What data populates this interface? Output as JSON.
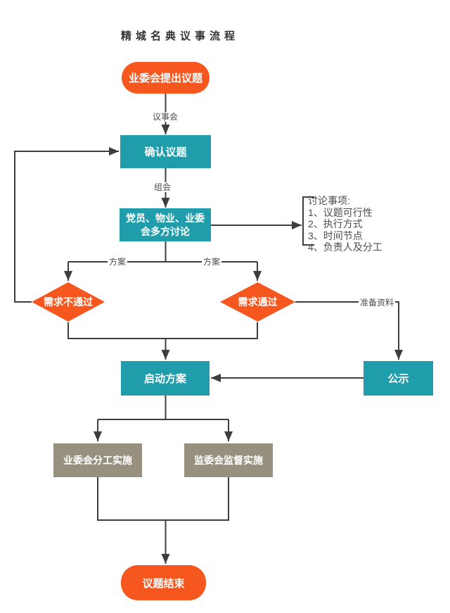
{
  "title": "精城名典议事流程",
  "colors": {
    "orange": "#F5571E",
    "teal": "#1F9DAB",
    "gray": "#97907E",
    "line": "#3D3D3D",
    "labeltext": "#4D4D4D",
    "title": "#333333"
  },
  "nodes": {
    "start": "业委会提出议题",
    "confirm": "确认议题",
    "discuss": "党员、物业、业委会多方讨论",
    "reject": "需求不通过",
    "approve": "需求通过",
    "launch": "启动方案",
    "publicity": "公示",
    "implement": "业委会分工实施",
    "supervise": "监委会监督实施",
    "end": "议题结束"
  },
  "edge_labels": {
    "yishihui": "议事会",
    "zuhui": "组会",
    "fangan_left": "方案",
    "fangan_right": "方案",
    "zhunbei_ziliao": "准备资料"
  },
  "annotation": {
    "heading": "讨论事项:",
    "items": [
      "1、议题可行性",
      "2、执行方式",
      "3、时间节点",
      "4、负责人及分工"
    ]
  },
  "flow": [
    {
      "from": "业委会提出议题",
      "to": "确认议题",
      "label": "议事会"
    },
    {
      "from": "确认议题",
      "to": "党员、物业、业委会多方讨论",
      "label": "组会"
    },
    {
      "from": "党员、物业、业委会多方讨论",
      "to": "讨论事项注释",
      "label": ""
    },
    {
      "from": "党员、物业、业委会多方讨论",
      "to": "需求不通过",
      "label": "方案"
    },
    {
      "from": "党员、物业、业委会多方讨论",
      "to": "需求通过",
      "label": "方案"
    },
    {
      "from": "需求不通过",
      "to": "确认议题",
      "label": ""
    },
    {
      "from": "需求不通过",
      "to": "启动方案",
      "label": ""
    },
    {
      "from": "需求通过",
      "to": "启动方案",
      "label": ""
    },
    {
      "from": "需求通过",
      "to": "公示",
      "label": "准备资料"
    },
    {
      "from": "公示",
      "to": "启动方案",
      "label": ""
    },
    {
      "from": "启动方案",
      "to": "业委会分工实施",
      "label": ""
    },
    {
      "from": "启动方案",
      "to": "监委会监督实施",
      "label": ""
    },
    {
      "from": "业委会分工实施",
      "to": "议题结束",
      "label": ""
    },
    {
      "from": "监委会监督实施",
      "to": "议题结束",
      "label": ""
    }
  ]
}
